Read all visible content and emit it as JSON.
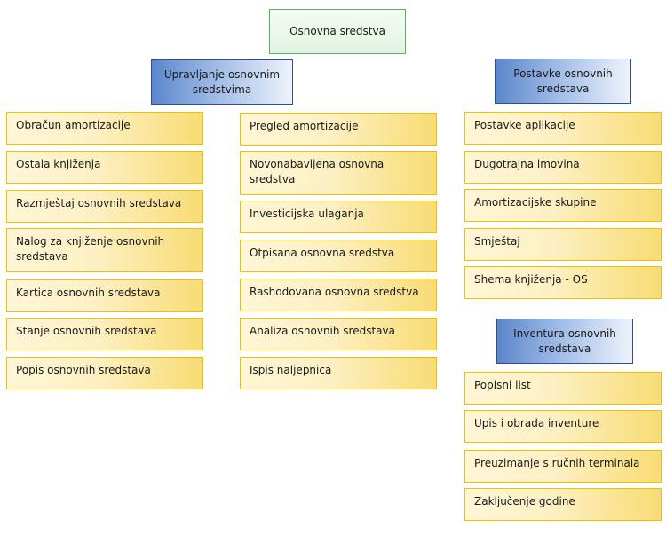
{
  "root": {
    "label": "Osnovna sredstva"
  },
  "groups": {
    "upravljanje": {
      "label": "Upravljanje osnovnim sredstvima",
      "col1": [
        "Obračun amortizacije",
        "Ostala knjiženja",
        "Razmještaj osnovnih sredstava",
        "Nalog za knjiženje osnovnih sredstava",
        "Kartica osnovnih sredstava",
        "Stanje osnovnih sredstava",
        "Popis osnovnih sredstava"
      ],
      "col2": [
        "Pregled amortizacije",
        "Novonabavljena osnovna sredstva",
        "Investicijska ulaganja",
        "Otpisana osnovna sredstva",
        "Rashodovana osnovna sredstva",
        "Analiza osnovnih sredstava",
        "Ispis naljepnica"
      ]
    },
    "postavke": {
      "label": "Postavke osnovnih sredstava",
      "items": [
        "Postavke aplikacije",
        "Dugotrajna imovina",
        "Amortizacijske skupine",
        "Smještaj",
        "Shema knjiženja - OS"
      ]
    },
    "inventura": {
      "label": "Inventura osnovnih sredstava",
      "items": [
        "Popisni list",
        "Upis i obrada inventure",
        "Preuzimanje s ručnih terminala",
        "Zaključenje godine"
      ]
    }
  }
}
